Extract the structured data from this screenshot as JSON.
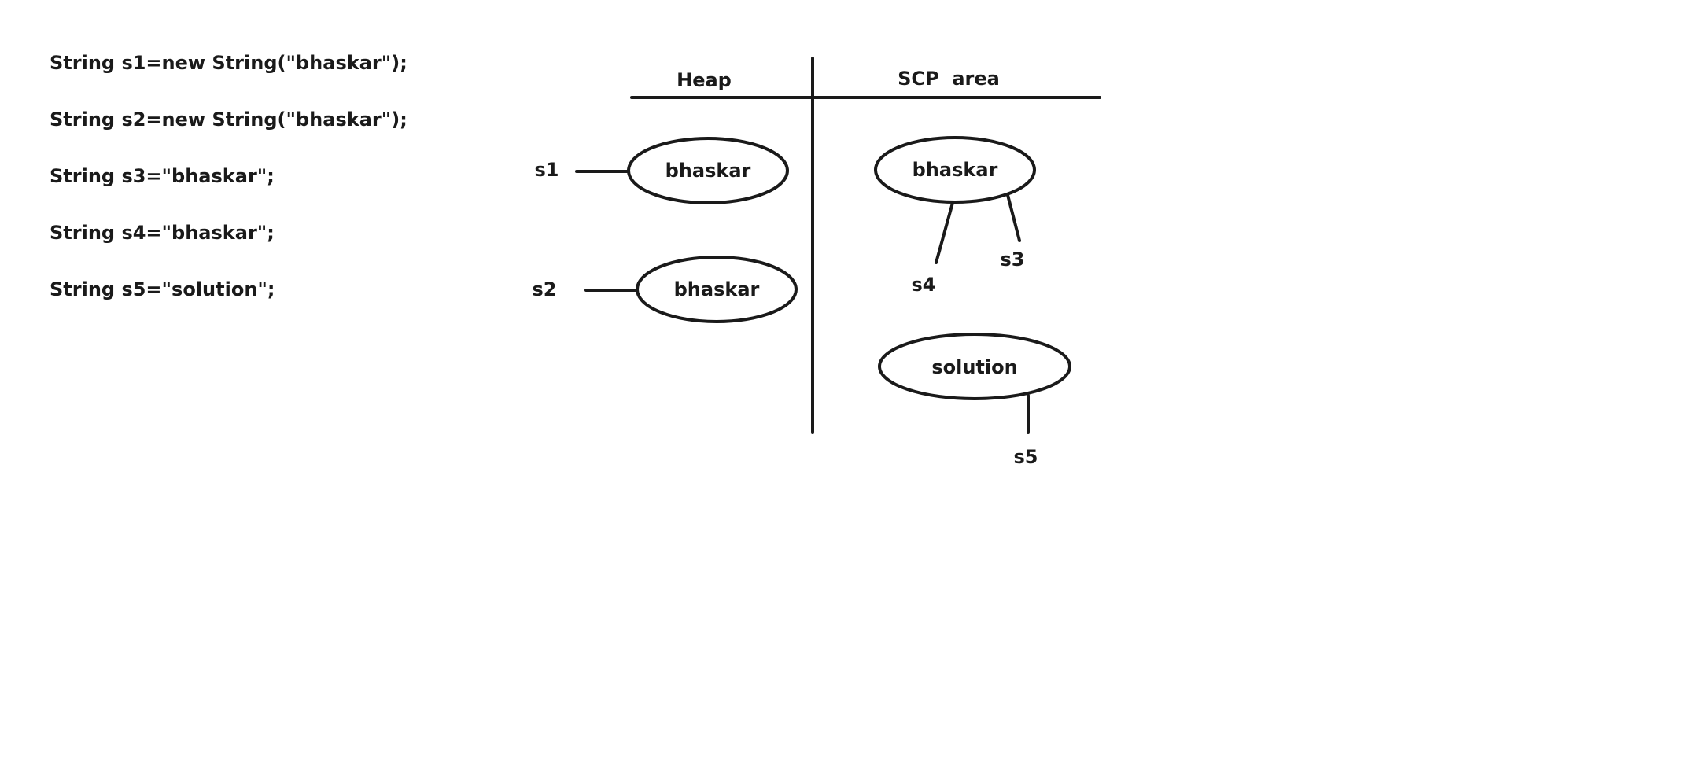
{
  "code_lines": [
    "String s1=new String(\"bhaskar\");",
    "String s2=new String(\"bhaskar\");",
    "String s3=\"bhaskar\";",
    "String s4=\"bhaskar\";",
    "String s5=\"solution\";"
  ],
  "diagram": {
    "heap_header": "Heap",
    "scp_header": "SCP  area",
    "heap_objects": [
      {
        "value": "bhaskar",
        "ref": "s1"
      },
      {
        "value": "bhaskar",
        "ref": "s2"
      }
    ],
    "scp_objects": [
      {
        "value": "bhaskar",
        "refs": [
          "s3",
          "s4"
        ]
      },
      {
        "value": "solution",
        "refs": [
          "s5"
        ]
      }
    ]
  },
  "colors": {
    "stroke": "#1a1a1a",
    "text": "#1a1a1a",
    "background": "#ffffff"
  }
}
